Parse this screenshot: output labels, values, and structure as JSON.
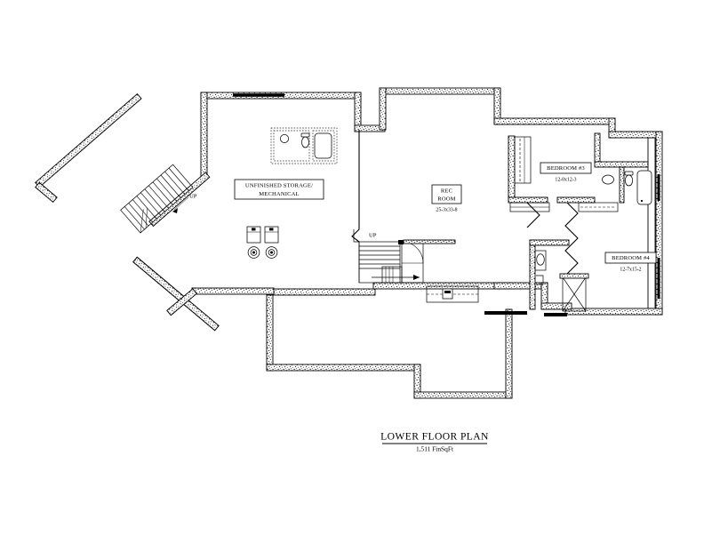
{
  "drawing": {
    "type": "architectural-floor-plan",
    "sheet_title": "LOWER FLOOR PLAN",
    "sheet_subtitle": "1,511 FinSqFt",
    "background_color": "#ffffff",
    "line_color": "#000000"
  },
  "rooms": [
    {
      "id": "unfinished-storage",
      "label_line_1": "UNFINISHED STORAGE/",
      "label_line_2": "MECHANICAL",
      "dimensions": "",
      "boxed": true
    },
    {
      "id": "rec-room",
      "label_line_1": "REC",
      "label_line_2": "ROOM",
      "dimensions": "25-3x33-8",
      "boxed": true
    },
    {
      "id": "bedroom-3",
      "label_line_1": "BEDROOM #3",
      "label_line_2": "",
      "dimensions": "12-0x12-3",
      "boxed": true
    },
    {
      "id": "bedroom-4",
      "label_line_1": "BEDROOM #4",
      "label_line_2": "",
      "dimensions": "12-7x15-2",
      "boxed": true
    }
  ],
  "stairs": [
    {
      "id": "diagonal-stair",
      "direction_label": "UP"
    },
    {
      "id": "central-stair",
      "direction_label": "UP"
    }
  ],
  "fixtures": [
    {
      "id": "bath-sink-left",
      "kind": "sink"
    },
    {
      "id": "bath-toilet-left",
      "kind": "toilet"
    },
    {
      "id": "bath-tub-left",
      "kind": "tub"
    },
    {
      "id": "bath-sink-right",
      "kind": "sink"
    },
    {
      "id": "bath-toilet-right",
      "kind": "toilet"
    },
    {
      "id": "bath-tub-right",
      "kind": "tub"
    },
    {
      "id": "bath-sink-lower-right",
      "kind": "sink"
    },
    {
      "id": "mechanical-unit-a",
      "kind": "appliance"
    },
    {
      "id": "mechanical-unit-b",
      "kind": "appliance"
    },
    {
      "id": "mechanical-round-a",
      "kind": "round-equipment"
    },
    {
      "id": "mechanical-round-b",
      "kind": "round-equipment"
    },
    {
      "id": "utility-box",
      "kind": "equipment"
    },
    {
      "id": "closet-x-panel",
      "kind": "x-panel"
    }
  ]
}
